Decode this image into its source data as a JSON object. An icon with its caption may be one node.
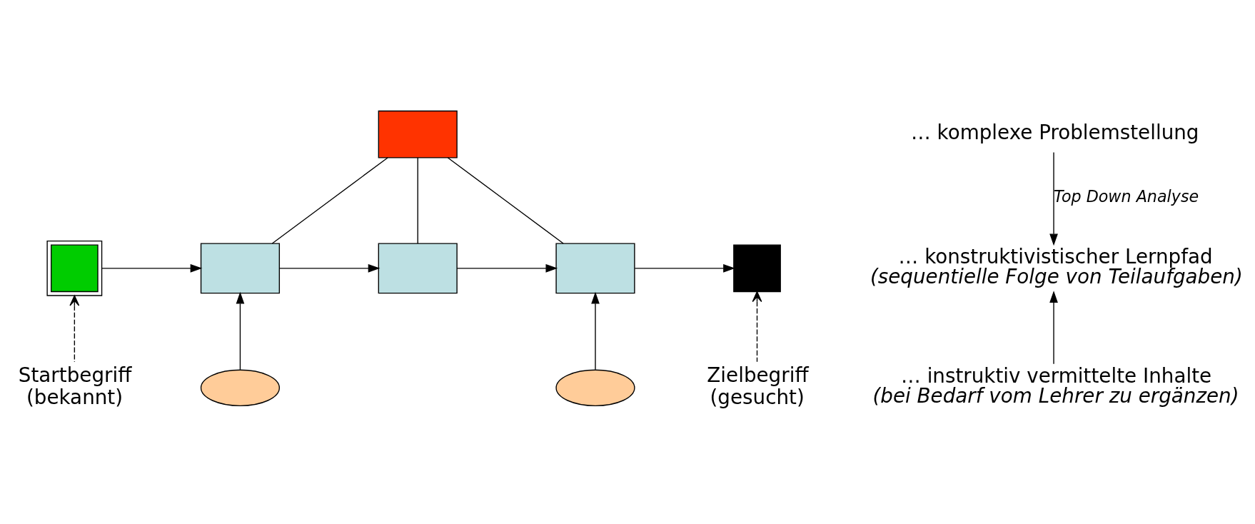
{
  "diagram": {
    "nodes": [
      {
        "text": [],
        "shape": "box"
      },
      {
        "text": [],
        "shape": "box"
      },
      {
        "text": [],
        "shape": "box"
      },
      {
        "text": [],
        "shape": "box"
      },
      {
        "text": [],
        "shape": "box"
      },
      {
        "text": [],
        "shape": "box"
      },
      {
        "text": [],
        "shape": "ellipse"
      },
      {
        "text": [],
        "shape": "ellipse"
      },
      {
        "text": [
          "… komplexe Problemstellung"
        ]
      },
      {
        "text": [
          "… konstruktivistischer Lernpfad",
          "(sequentielle Folge von Teilaufgaben)"
        ]
      },
      {
        "text": [
          "… instruktiv vermittelte Inhalte",
          "(bei Bedarf vom Lehrer zu ergänzen)"
        ]
      },
      {
        "text": [
          "Startbegriff",
          "(bekannt)"
        ]
      },
      {
        "text": [
          "Zielbegriff",
          "(gesucht)"
        ]
      }
    ],
    "edges": [
      {
        "from": 0,
        "to": 2,
        "arrow": "none"
      },
      {
        "from": 0,
        "to": 3,
        "arrow": "none"
      },
      {
        "from": 0,
        "to": 4,
        "arrow": "none"
      },
      {
        "from": 1,
        "to": 2,
        "arrow": "to"
      },
      {
        "from": 2,
        "to": 3,
        "arrow": "to"
      },
      {
        "from": 3,
        "to": 4,
        "arrow": "to"
      },
      {
        "from": 4,
        "to": 5,
        "arrow": "to"
      },
      {
        "from": 6,
        "to": 2,
        "arrow": "to"
      },
      {
        "from": 7,
        "to": 4,
        "arrow": "to"
      },
      {
        "from": 11,
        "to": 1,
        "arrow": "to",
        "style": "dashed"
      },
      {
        "from": 12,
        "to": 5,
        "arrow": "to",
        "style": "dashed"
      },
      {
        "from": 8,
        "to": 9,
        "arrow": "to",
        "label": "Top Down Analyse"
      },
      {
        "from": 10,
        "to": 9,
        "arrow": "to"
      }
    ]
  }
}
